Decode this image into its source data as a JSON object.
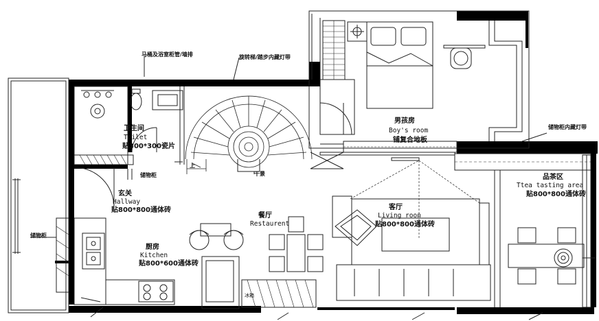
{
  "rooms": {
    "toilet": {
      "cn": "卫生间",
      "en": "Toilet",
      "floor": "贴300*300瓷片"
    },
    "hallway": {
      "cn": "玄关",
      "en": "Hallway",
      "floor": "贴800*800通体砖"
    },
    "kitchen": {
      "cn": "厨房",
      "en": "Kitchen",
      "floor": "贴800*600通体砖"
    },
    "restaurant": {
      "cn": "餐厅",
      "en": "Restaurent"
    },
    "living": {
      "cn": "客厅",
      "en": "Living roon",
      "floor": "贴800*800通体砖"
    },
    "boys_room": {
      "cn": "男孩房",
      "en": "Boy's room",
      "floor": "铺复合地板"
    },
    "tea": {
      "cn": "品茶区",
      "en": "Ttea tasting area",
      "floor": "贴800*800通体砖"
    }
  },
  "notes": {
    "toilet_pipe": "马桶及浴室柜管/墙排",
    "stair": "旋转梯/踏步内藏灯带",
    "cabinet_lights": "储物柜内藏灯带",
    "storage_1": "储物柜",
    "storage_2": "储物柜",
    "rockery": "干景",
    "up": "上",
    "fridge": "冰箱"
  },
  "colors": {
    "wall": "#000000",
    "line": "#222222",
    "bg": "#ffffff"
  }
}
